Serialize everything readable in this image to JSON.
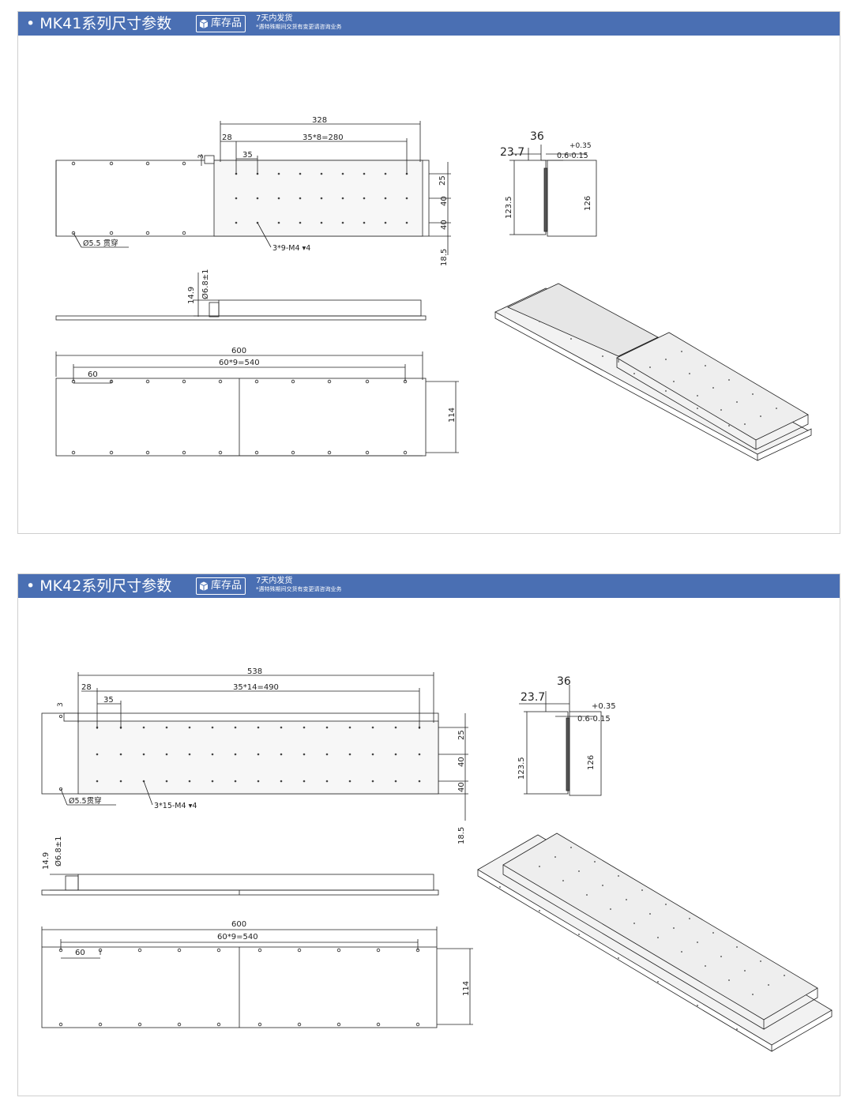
{
  "sections": [
    {
      "title": "• MK41系列尺寸参数",
      "badge": "库存品",
      "ship": "7天内发货",
      "note": "*遇特殊期间交货有变更请咨询业务",
      "dims": {
        "top_total": "328",
        "top_first": "28",
        "top_span": "35*8=280",
        "top_pitch": "35",
        "step": "3",
        "hole_note": "Ø5.5 贯穿",
        "tap_note": "3*9-M4 ▾4",
        "right_25": "25",
        "right_40a": "40",
        "right_40b": "40",
        "right_185": "18.5",
        "side_149": "14.9",
        "side_68": "Ø6.8±1",
        "base_total": "600",
        "base_span": "60*9=540",
        "base_pitch": "60",
        "base_height": "114",
        "end_36": "36",
        "end_237": "23.7",
        "end_tol_plus": "+0.35",
        "end_tol": "0.6-0.15",
        "end_1235": "123.5",
        "end_126": "126"
      }
    },
    {
      "title": "• MK42系列尺寸参数",
      "badge": "库存品",
      "ship": "7天内发货",
      "note": "*遇特殊期间交货有变更请咨询业务",
      "dims": {
        "top_total": "538",
        "top_first": "28",
        "top_span": "35*14=490",
        "top_pitch": "35",
        "step": "3",
        "hole_note": "Ø5.5贯穿",
        "tap_note": "3*15-M4 ▾4",
        "right_25": "25",
        "right_40a": "40",
        "right_40b": "40",
        "right_185": "18.5",
        "side_149": "14.9",
        "side_68": "Ø6.8±1",
        "base_total": "600",
        "base_span": "60*9=540",
        "base_pitch": "60",
        "base_height": "114",
        "end_36": "36",
        "end_237": "23.7",
        "end_tol_plus": "+0.35",
        "end_tol": "0.6-0.15",
        "end_1235": "123.5",
        "end_126": "126"
      }
    }
  ]
}
